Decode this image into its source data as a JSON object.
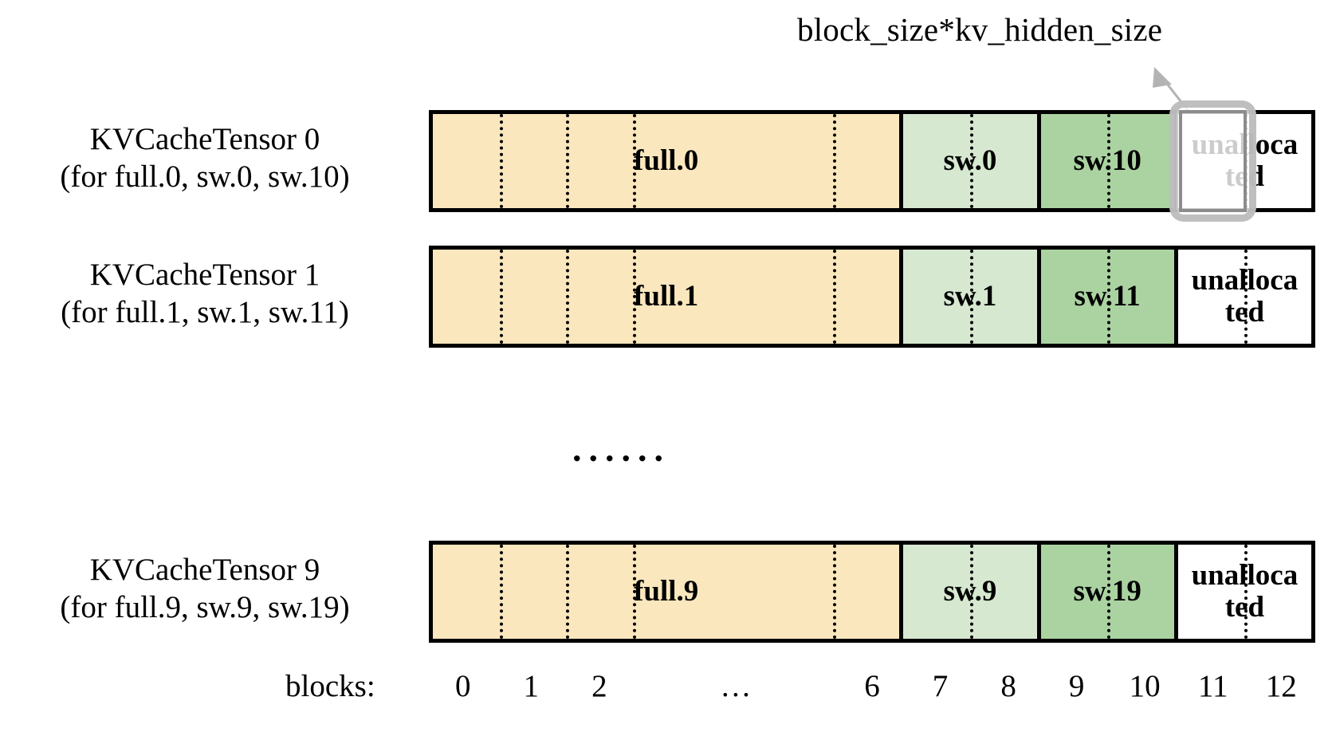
{
  "annotation": {
    "text": "block_size*kv_hidden_size",
    "arrow_icon": "arrow-up-left-icon",
    "color": "#b3b3b3"
  },
  "colors": {
    "full": "#FBE7BD",
    "sw_light": "#D7E8D1",
    "sw_dark": "#ABD3A1",
    "unallocated": "#FFFFFF",
    "border": "#000000",
    "highlight": "#b3b3b3"
  },
  "rows": [
    {
      "label_line1": "KVCacheTensor 0",
      "label_line2": "(for full.0, sw.0, sw.10)",
      "segments": [
        {
          "name": "full",
          "label": "full.0",
          "style": "full",
          "blocks": 7,
          "dividers": 4
        },
        {
          "name": "sw-light",
          "label": "sw.0",
          "style": "sw_light",
          "blocks": 2,
          "dividers": 1
        },
        {
          "name": "sw-dark",
          "label": "sw.10",
          "style": "sw_dark",
          "blocks": 2,
          "dividers": 1
        },
        {
          "name": "unallocated",
          "label": "unalloca\nted",
          "style": "unallocated",
          "blocks": 2,
          "dividers": 1
        }
      ],
      "highlighted_block": 11
    },
    {
      "label_line1": "KVCacheTensor 1",
      "label_line2": "(for full.1, sw.1, sw.11)",
      "segments": [
        {
          "name": "full",
          "label": "full.1",
          "style": "full",
          "blocks": 7,
          "dividers": 4
        },
        {
          "name": "sw-light",
          "label": "sw.1",
          "style": "sw_light",
          "blocks": 2,
          "dividers": 1
        },
        {
          "name": "sw-dark",
          "label": "sw.11",
          "style": "sw_dark",
          "blocks": 2,
          "dividers": 1
        },
        {
          "name": "unallocated",
          "label": "unalloca\nted",
          "style": "unallocated",
          "blocks": 2,
          "dividers": 1
        }
      ],
      "highlighted_block": null
    },
    {
      "label_line1": "KVCacheTensor 9",
      "label_line2": "(for full.9, sw.9, sw.19)",
      "segments": [
        {
          "name": "full",
          "label": "full.9",
          "style": "full",
          "blocks": 7,
          "dividers": 4
        },
        {
          "name": "sw-light",
          "label": "sw.9",
          "style": "sw_light",
          "blocks": 2,
          "dividers": 1
        },
        {
          "name": "sw-dark",
          "label": "sw.19",
          "style": "sw_dark",
          "blocks": 2,
          "dividers": 1
        },
        {
          "name": "unallocated",
          "label": "unalloca\nted",
          "style": "unallocated",
          "blocks": 2,
          "dividers": 1
        }
      ],
      "highlighted_block": null
    }
  ],
  "vertical_ellipsis": "......",
  "axis": {
    "title": "blocks:",
    "ticks": [
      "0",
      "1",
      "2",
      "…",
      "6",
      "7",
      "8",
      "9",
      "10",
      "11",
      "12"
    ]
  }
}
